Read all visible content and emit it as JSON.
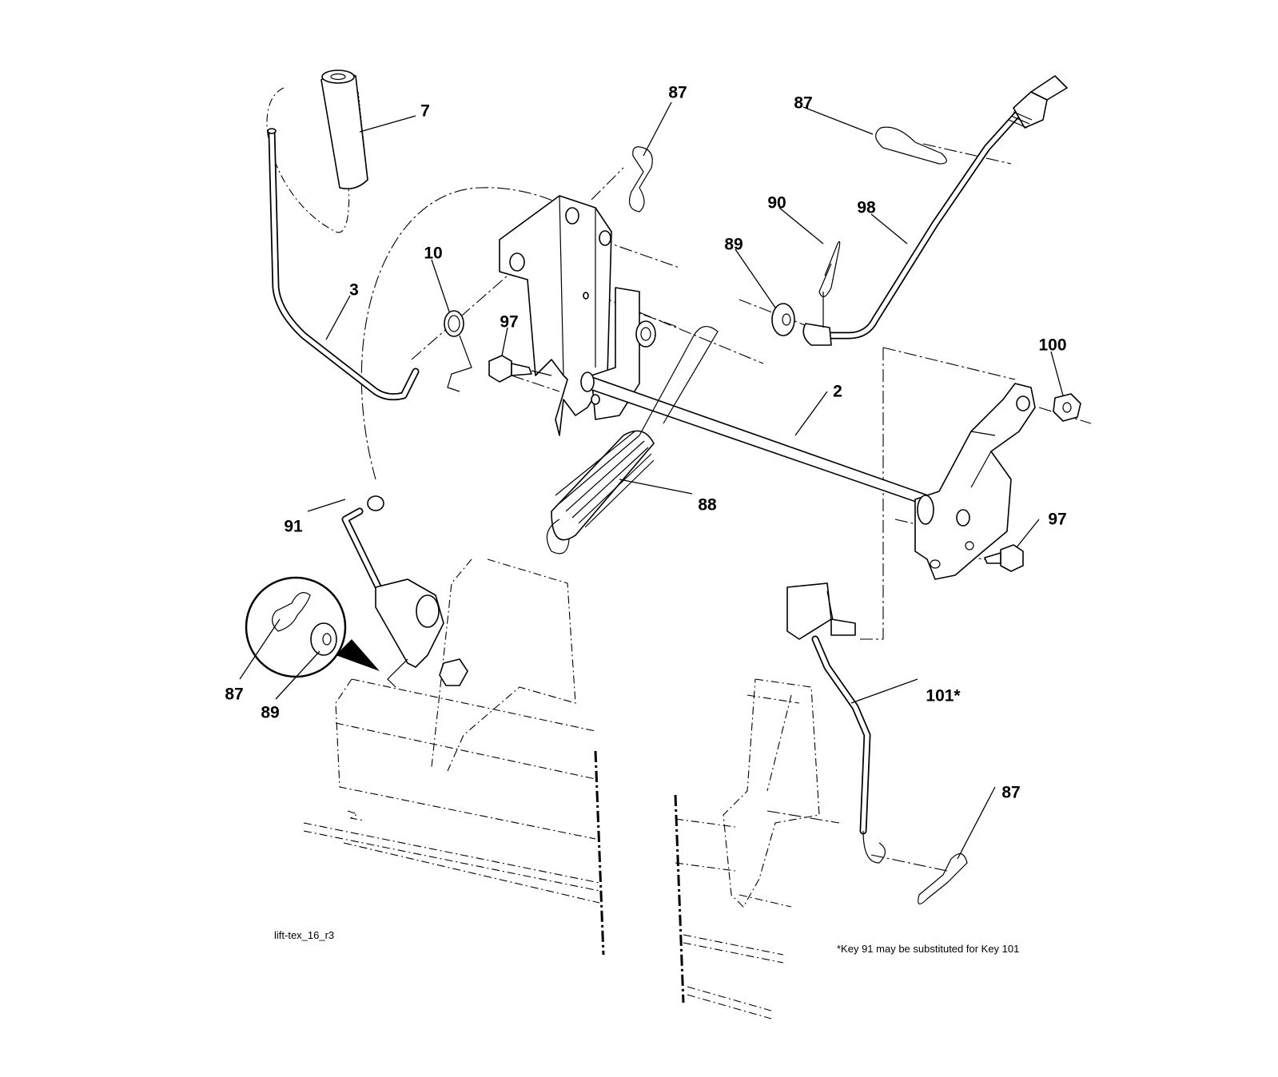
{
  "diagram": {
    "drawing_id": "lift-tex_16_r3",
    "footnote": "*Key 91 may be substituted for Key 101",
    "callouts": [
      {
        "id": "7",
        "text": "7"
      },
      {
        "id": "87a",
        "text": "87"
      },
      {
        "id": "87b",
        "text": "87"
      },
      {
        "id": "90",
        "text": "90"
      },
      {
        "id": "98",
        "text": "98"
      },
      {
        "id": "89a",
        "text": "89"
      },
      {
        "id": "10",
        "text": "10"
      },
      {
        "id": "3",
        "text": "3"
      },
      {
        "id": "97a",
        "text": "97"
      },
      {
        "id": "100",
        "text": "100"
      },
      {
        "id": "2",
        "text": "2"
      },
      {
        "id": "88",
        "text": "88"
      },
      {
        "id": "97b",
        "text": "97"
      },
      {
        "id": "91",
        "text": "91"
      },
      {
        "id": "101",
        "text": "101*"
      },
      {
        "id": "87c",
        "text": "87"
      },
      {
        "id": "89b",
        "text": "89"
      },
      {
        "id": "87d",
        "text": "87"
      }
    ]
  }
}
